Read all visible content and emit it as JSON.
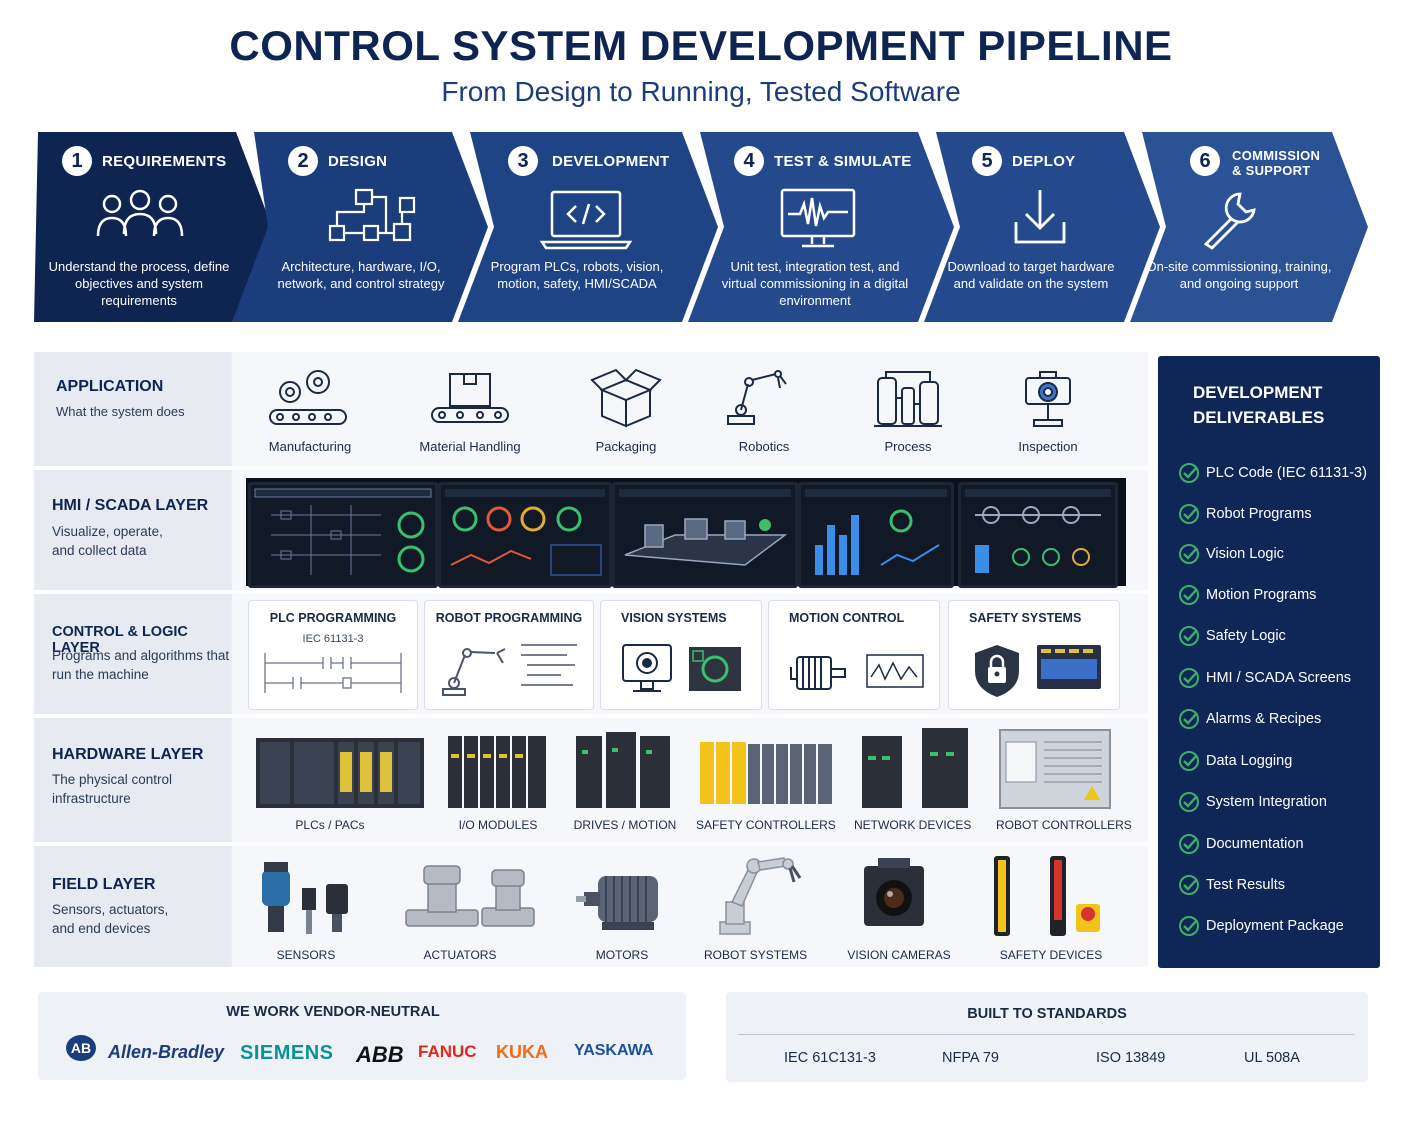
{
  "header": {
    "title": "CONTROL SYSTEM DEVELOPMENT PIPELINE",
    "subtitle": "From Design to Running, Tested Software"
  },
  "stages": [
    {
      "num": "1",
      "title": "REQUIREMENTS",
      "desc": "Understand the process, define objectives and system requirements",
      "icon": "users-icon"
    },
    {
      "num": "2",
      "title": "DESIGN",
      "desc": "Architecture, hardware, I/O, network, and control strategy",
      "icon": "flowchart-icon"
    },
    {
      "num": "3",
      "title": "DEVELOPMENT",
      "desc": "Program PLCs, robots, vision, motion, safety, HMI/SCADA",
      "icon": "laptop-code-icon"
    },
    {
      "num": "4",
      "title": "TEST & SIMULATE",
      "desc": "Unit test, integration test, and virtual commissioning in a digital environment",
      "icon": "monitor-waveform-icon"
    },
    {
      "num": "5",
      "title": "DEPLOY",
      "desc": "Download to target hardware and validate on the system",
      "icon": "download-icon"
    },
    {
      "num": "6",
      "title": "COMMISSION & SUPPORT",
      "desc": "On-site commissioning, training, and ongoing support",
      "icon": "wrench-icon"
    }
  ],
  "layers": {
    "application": {
      "name": "APPLICATION",
      "desc": "What the system does",
      "items": [
        "Manufacturing",
        "Material Handling",
        "Packaging",
        "Robotics",
        "Process",
        "Inspection"
      ]
    },
    "hmi": {
      "name": "HMI / SCADA LAYER",
      "desc": "Visualize, operate, and collect data"
    },
    "control": {
      "name": "CONTROL & LOGIC LAYER",
      "desc": "Programs and algorithms that run the machine",
      "cards": [
        {
          "title": "PLC PROGRAMMING",
          "sub": "IEC 61131-3"
        },
        {
          "title": "ROBOT PROGRAMMING",
          "sub": ""
        },
        {
          "title": "VISION SYSTEMS",
          "sub": ""
        },
        {
          "title": "MOTION CONTROL",
          "sub": ""
        },
        {
          "title": "SAFETY SYSTEMS",
          "sub": ""
        }
      ]
    },
    "hardware": {
      "name": "HARDWARE LAYER",
      "desc": "The physical control infrastructure",
      "items": [
        "PLCs / PACs",
        "I/O MODULES",
        "DRIVES / MOTION",
        "SAFETY CONTROLLERS",
        "NETWORK DEVICES",
        "ROBOT CONTROLLERS"
      ]
    },
    "field": {
      "name": "FIELD LAYER",
      "desc": "Sensors, actuators, and end devices",
      "items": [
        "SENSORS",
        "ACTUATORS",
        "MOTORS",
        "ROBOT SYSTEMS",
        "VISION CAMERAS",
        "SAFETY DEVICES"
      ]
    }
  },
  "deliverables": {
    "title": "DEVELOPMENT DELIVERABLES",
    "items": [
      "PLC Code (IEC 61131-3)",
      "Robot Programs",
      "Vision Logic",
      "Motion Programs",
      "Safety Logic",
      "HMI / SCADA Screens",
      "Alarms & Recipes",
      "Data Logging",
      "System Integration",
      "Documentation",
      "Test Results",
      "Deployment Package"
    ]
  },
  "vendors": {
    "title": "WE WORK VENDOR-NEUTRAL",
    "ab_logo": "AB",
    "names": [
      "Allen-Bradley",
      "SIEMENS",
      "ABB",
      "FANUC",
      "KUKA",
      "YASKAWA"
    ],
    "colors": [
      "#1c3d7c",
      "#0a9396",
      "#111111",
      "#e1261c",
      "#f26a1b",
      "#1c4fa0"
    ]
  },
  "standards": {
    "title": "BUILT TO STANDARDS",
    "items": [
      "IEC 61C131-3",
      "NFPA 79",
      "ISO 13849",
      "UL 508A"
    ]
  },
  "colors": {
    "navy": "#0e2552",
    "blue": "#1c3d7c",
    "check": "#3fae6a"
  }
}
